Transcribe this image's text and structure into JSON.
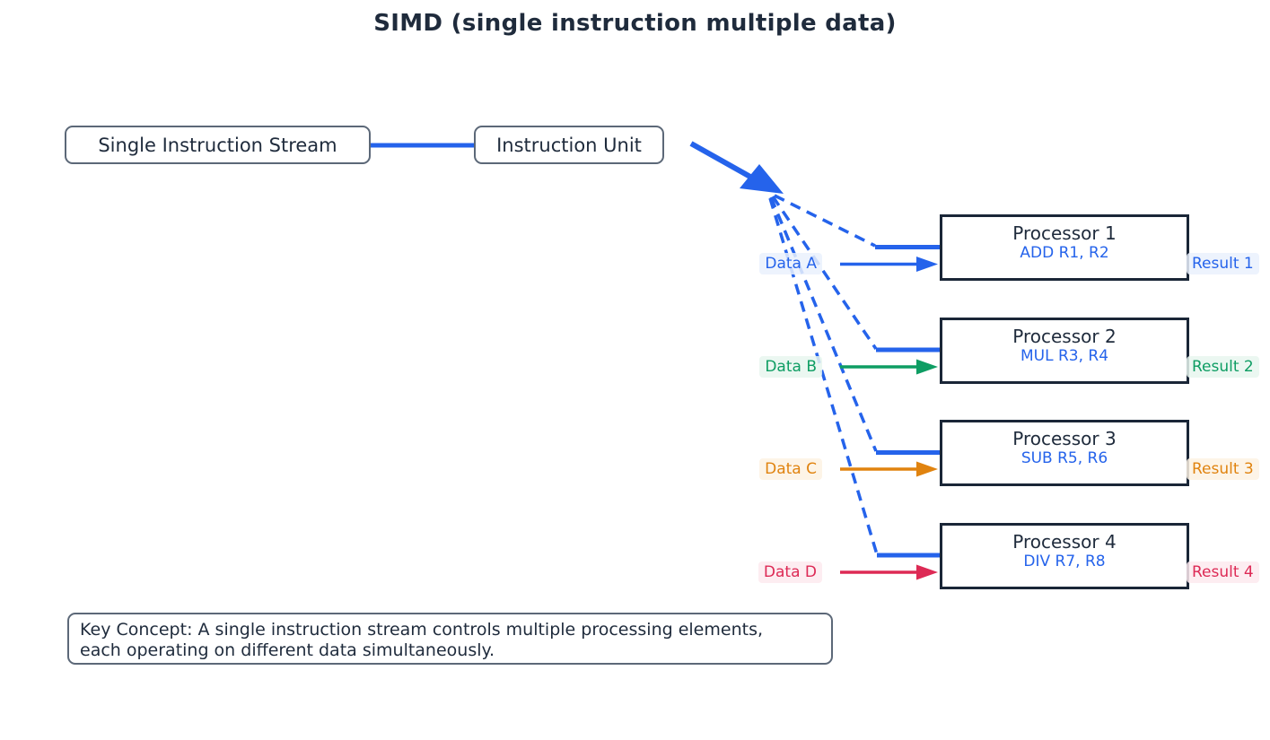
{
  "title": "SIMD (single instruction multiple data)",
  "nodes": {
    "source": "Single Instruction Stream",
    "unit": "Instruction Unit"
  },
  "processors": [
    {
      "name": "Processor 1",
      "instruction": "ADD R1, R2",
      "data_label": "Data A",
      "result_label": "Result 1",
      "color": "#2563eb",
      "tint": "rgba(234,241,253,0.85)"
    },
    {
      "name": "Processor 2",
      "instruction": "MUL R3, R4",
      "data_label": "Data B",
      "result_label": "Result 2",
      "color": "#0e9d63",
      "tint": "rgba(231,246,239,0.85)"
    },
    {
      "name": "Processor 3",
      "instruction": "SUB R5, R6",
      "data_label": "Data C",
      "result_label": "Result 3",
      "color": "#e0830f",
      "tint": "rgba(253,242,227,0.85)"
    },
    {
      "name": "Processor 4",
      "instruction": "DIV R7, R8",
      "data_label": "Data D",
      "result_label": "Result 4",
      "color": "#dd2a55",
      "tint": "rgba(253,234,239,0.85)"
    }
  ],
  "key_concept": {
    "line1": "Key Concept: A single instruction stream controls multiple processing elements,",
    "line2": "each operating on different data simultaneously."
  },
  "colors": {
    "blue": "#2563eb",
    "green": "#0e9d63",
    "orange": "#e0830f",
    "red": "#dd2a55",
    "dark_text": "#1f2b3c",
    "processor_border": "#1a2637",
    "node_border": "#5c6878",
    "background": "#ffffff"
  }
}
